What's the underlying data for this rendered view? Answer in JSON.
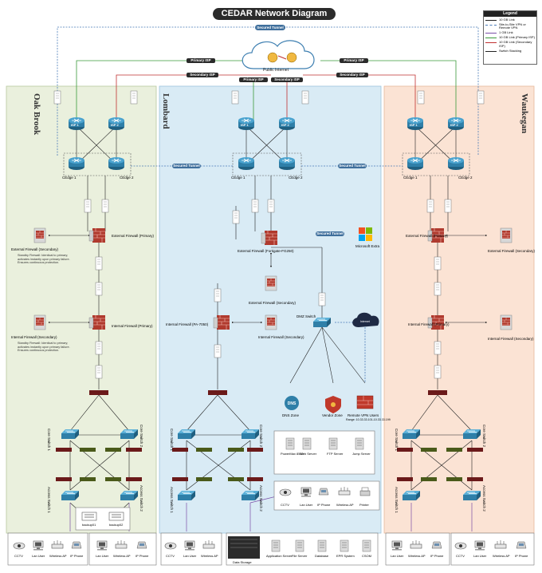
{
  "title": "CEDAR Network Diagram",
  "legend": {
    "heading": "Legend",
    "items": [
      {
        "label": "10 GB Link",
        "color": "#222222",
        "dash": ""
      },
      {
        "label": "Site-to-Site VPN or Remote VPN",
        "color": "#4a7bb7",
        "dash": "2,1.5"
      },
      {
        "label": "1 GB Link",
        "color": "#7a4fa8",
        "dash": ""
      },
      {
        "label": "10 GB Link (Primary ISP)",
        "color": "#3a9a3a",
        "dash": ""
      },
      {
        "label": "10 GB Link (Secondary ISP)",
        "color": "#c03030",
        "dash": ""
      },
      {
        "label": "Switch Stacking",
        "color": "#222222",
        "dash": "arrow"
      }
    ]
  },
  "internet": {
    "label": "Public Internet"
  },
  "sites": {
    "left": "Oak Brook",
    "center": "Lombard",
    "right": "Waukegan"
  },
  "pills": {
    "secured_tunnel": "Secured Tunnel",
    "primary_isp": "Primary ISP",
    "secondary_isp": "Secondary ISP"
  },
  "devices": {
    "isp1": "ISP 1",
    "isp2": "ISP 2",
    "cedge1": "CEdge 1",
    "cedge2": "CEdge 2",
    "ext_fw_primary": "External Firewall (Primary)",
    "ext_fw_secondary": "External Firewall (Secondary)",
    "int_fw_primary": "Internal Firewall (Primary)",
    "int_fw_secondary": "Internal Firewall (Secondary)",
    "lombard_ext_fw": "External Firewall (Fortigate-FG250)",
    "lombard_ext_fw_sec": "External Firewall (Secondary)",
    "lombard_int_fw": "Internal Firewall (PA-7050)",
    "lombard_int_fw_sec": "Internal Firewall (Secondary)",
    "microsoft_extra": "Microsoft Extra",
    "dmz_switch": "DMZ Switch",
    "internet_cloud": "Internet",
    "dns_zone": "DNS Zone",
    "vendor_zone": "Vendor Zone",
    "remote_vpn": "Remote VPN Users",
    "remote_vpn_range": "Range: 10.33.33.101-10.33.33.199",
    "core1": "Core Switch 1",
    "core2": "Core Switch 2",
    "access1": "Access Switch 1",
    "access2": "Access Switch 2",
    "backup01": "backup01",
    "backup02": "backup02",
    "standby_note": "Standby Firewall: Identical to primary; activates instantly upon primary failure. Ensures continuous protection."
  },
  "dmz_servers": [
    {
      "name": "PowerMax 8500"
    },
    {
      "name": "Web Server"
    },
    {
      "name": "FTP Server"
    },
    {
      "name": "Jump Server"
    }
  ],
  "lombard_endpoints": [
    "CCTV",
    "Lan User",
    "IP Phone",
    "Wireless AP",
    "Printer"
  ],
  "left_endpoints": [
    "CCTV",
    "Lan User",
    "Wireless AP",
    "IP Phone",
    "Lan User",
    "Wireless AP",
    "IP Phone"
  ],
  "right_endpoints": [
    "Lan User",
    "Wireless AP",
    "IP Phone",
    "CCTV",
    "Lan User",
    "Wireless AP",
    "IP Phone"
  ],
  "center_endpoints": [
    "CCTV",
    "Lan User",
    "Wireless AP"
  ],
  "data_center": [
    "Data Storage",
    "Application Server",
    "File Server",
    "Database",
    "EPR System",
    "CSOM"
  ],
  "colors": {
    "oak_bg": "#eaf0dd",
    "lombard_bg": "#d9ebf5",
    "waukegan_bg": "#fbe3d4",
    "router": "#2f7fa8",
    "firewall": "#c0392b",
    "primary": "#3a9a3a",
    "secondary": "#c03030",
    "vpn": "#4a7bb7",
    "gig": "#7a4fa8"
  }
}
